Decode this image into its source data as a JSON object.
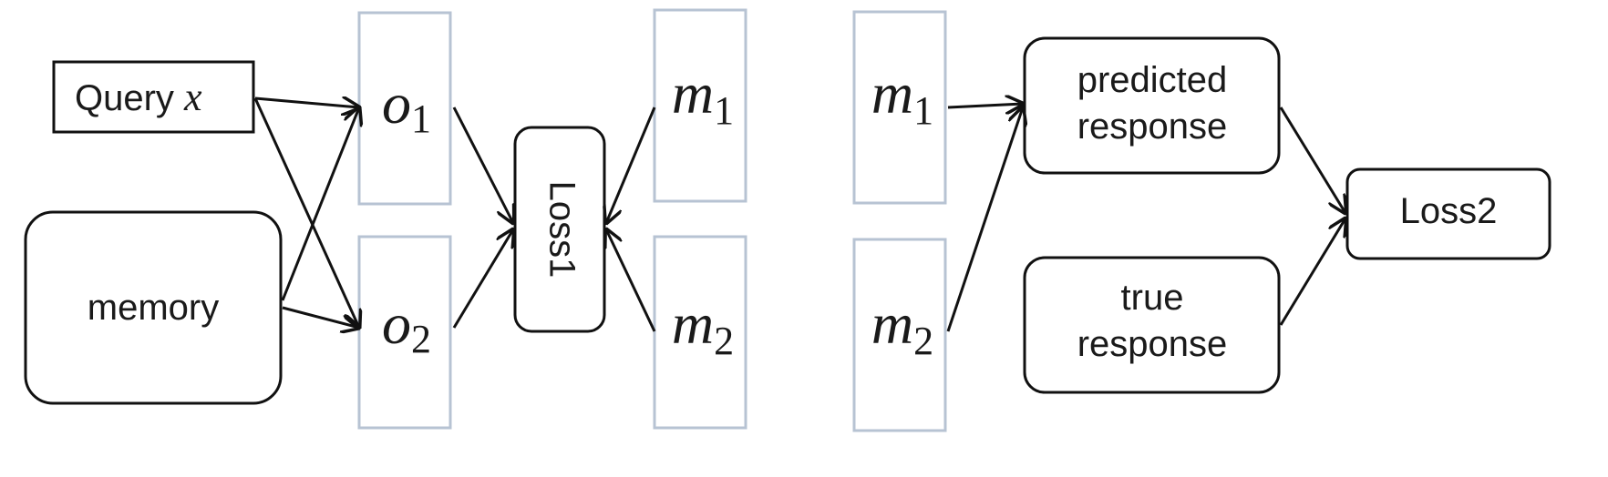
{
  "nodes": {
    "query": {
      "label": "Query ",
      "var": "x"
    },
    "memory": {
      "label": "memory"
    },
    "o1": {
      "base": "o",
      "sub": "1"
    },
    "o2": {
      "base": "o",
      "sub": "2"
    },
    "loss1": {
      "label": "Loss1"
    },
    "m1_left": {
      "base": "m",
      "sub": "1"
    },
    "m2_left": {
      "base": "m",
      "sub": "2"
    },
    "m1_right": {
      "base": "m",
      "sub": "1"
    },
    "m2_right": {
      "base": "m",
      "sub": "2"
    },
    "predicted": {
      "line1": "predicted",
      "line2": "response"
    },
    "true": {
      "line1": "true",
      "line2": "response"
    },
    "loss2": {
      "label": "Loss2"
    }
  },
  "edges": [
    {
      "from": "query",
      "to": "o1"
    },
    {
      "from": "query",
      "to": "o2"
    },
    {
      "from": "memory",
      "to": "o1"
    },
    {
      "from": "memory",
      "to": "o2"
    },
    {
      "from": "o1",
      "to": "loss1"
    },
    {
      "from": "o2",
      "to": "loss1"
    },
    {
      "from": "m1_left",
      "to": "loss1"
    },
    {
      "from": "m2_left",
      "to": "loss1"
    },
    {
      "from": "m1_right",
      "to": "predicted"
    },
    {
      "from": "m2_right",
      "to": "predicted"
    },
    {
      "from": "predicted",
      "to": "loss2"
    },
    {
      "from": "true",
      "to": "loss2"
    }
  ],
  "colors": {
    "stroke": "#111111",
    "vector_outline": "#b7c3d3",
    "background": "#ffffff"
  }
}
